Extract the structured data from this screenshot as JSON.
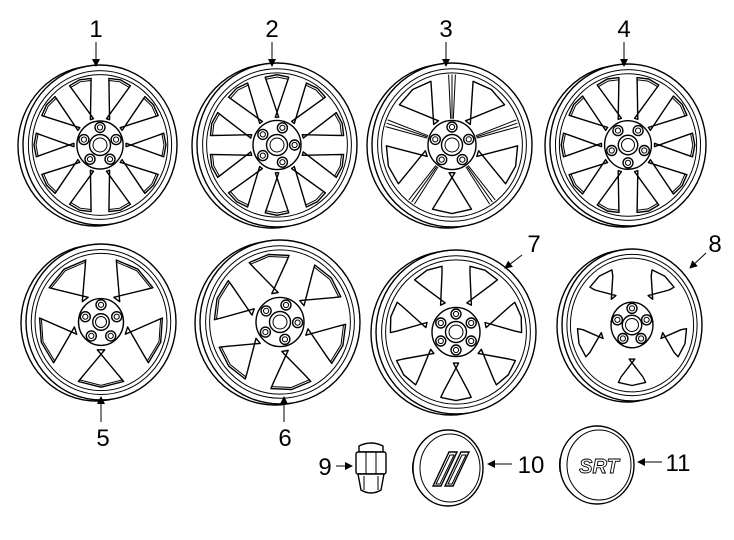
{
  "callouts": [
    {
      "id": 1,
      "label": "1"
    },
    {
      "id": 2,
      "label": "2"
    },
    {
      "id": 3,
      "label": "3"
    },
    {
      "id": 4,
      "label": "4"
    },
    {
      "id": 5,
      "label": "5"
    },
    {
      "id": 6,
      "label": "6"
    },
    {
      "id": 7,
      "label": "7"
    },
    {
      "id": 8,
      "label": "8"
    },
    {
      "id": 9,
      "label": "9"
    },
    {
      "id": 10,
      "label": "10"
    },
    {
      "id": 11,
      "label": "11"
    }
  ],
  "badge_text": "SRT",
  "parts": {
    "wheels": [
      "wheel-1",
      "wheel-2",
      "wheel-3",
      "wheel-4",
      "wheel-5",
      "wheel-6",
      "wheel-7",
      "wheel-8"
    ],
    "lug_nut": "lug-nut",
    "center_caps": [
      "center-cap-stripes",
      "center-cap-srt"
    ]
  }
}
